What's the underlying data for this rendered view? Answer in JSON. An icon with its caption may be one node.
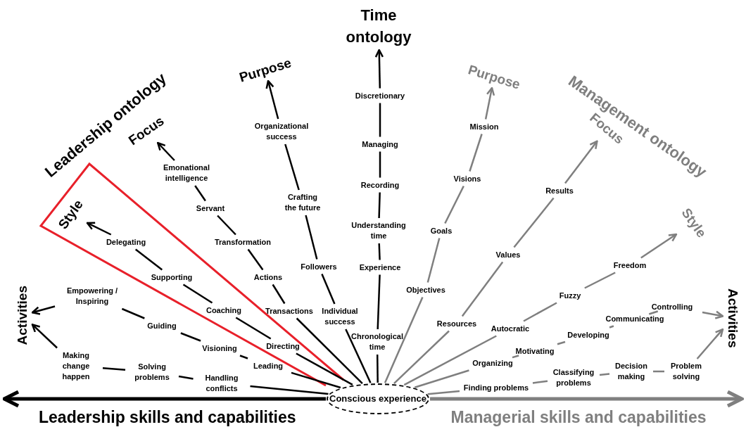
{
  "diagram": {
    "nodes": [
      {
        "text": [
          "Conscious experience"
        ]
      },
      {
        "text": [
          "Time ontology"
        ]
      },
      {
        "text": [
          "Discretionary"
        ]
      },
      {
        "text": [
          "Managing"
        ]
      },
      {
        "text": [
          "Recording"
        ]
      },
      {
        "text": [
          "Understanding time"
        ]
      },
      {
        "text": [
          "Experience"
        ]
      },
      {
        "text": [
          "Chronological time"
        ]
      },
      {
        "text": [
          "Activities"
        ]
      },
      {
        "text": [
          "Making change happen"
        ]
      },
      {
        "text": [
          "Solving problems"
        ]
      },
      {
        "text": [
          "Handling conflicts"
        ]
      },
      {
        "text": [
          "Empowering / Inspiring"
        ]
      },
      {
        "text": [
          "Guiding"
        ]
      },
      {
        "text": [
          "Visioning"
        ]
      },
      {
        "text": [
          "Leading"
        ]
      },
      {
        "text": [
          "Style"
        ]
      },
      {
        "text": [
          "Delegating"
        ]
      },
      {
        "text": [
          "Supporting"
        ]
      },
      {
        "text": [
          "Coaching"
        ]
      },
      {
        "text": [
          "Directing"
        ]
      },
      {
        "text": [
          "Focus"
        ]
      },
      {
        "text": [
          "Emonational intelligence"
        ]
      },
      {
        "text": [
          "Servant"
        ]
      },
      {
        "text": [
          "Transformation"
        ]
      },
      {
        "text": [
          "Actions"
        ]
      },
      {
        "text": [
          "Transactions"
        ]
      },
      {
        "text": [
          "Purpose"
        ]
      },
      {
        "text": [
          "Organizational success"
        ]
      },
      {
        "text": [
          "Crafting the future"
        ]
      },
      {
        "text": [
          "Followers"
        ]
      },
      {
        "text": [
          "Individual success"
        ]
      },
      {
        "text": [
          "Purpose"
        ]
      },
      {
        "text": [
          "Mission"
        ]
      },
      {
        "text": [
          "Visions"
        ]
      },
      {
        "text": [
          "Goals"
        ]
      },
      {
        "text": [
          "Objectives"
        ]
      },
      {
        "text": [
          "Focus"
        ]
      },
      {
        "text": [
          "Results"
        ]
      },
      {
        "text": [
          "Values"
        ]
      },
      {
        "text": [
          "Resources"
        ]
      },
      {
        "text": [
          "Style"
        ]
      },
      {
        "text": [
          "Freedom"
        ]
      },
      {
        "text": [
          "Fuzzy"
        ]
      },
      {
        "text": [
          "Autocratic"
        ]
      },
      {
        "text": [
          "Activities"
        ]
      },
      {
        "text": [
          "Controlling"
        ]
      },
      {
        "text": [
          "Communicating"
        ]
      },
      {
        "text": [
          "Developing"
        ]
      },
      {
        "text": [
          "Motivating"
        ]
      },
      {
        "text": [
          "Organizing"
        ]
      },
      {
        "text": [
          "Problem solving"
        ]
      },
      {
        "text": [
          "Decision making"
        ]
      },
      {
        "text": [
          "Classifying problems"
        ]
      },
      {
        "text": [
          "Finding problems"
        ]
      }
    ],
    "edges": [
      {
        "from": 0,
        "to": 7,
        "arrow": "none"
      },
      {
        "from": 7,
        "to": 6,
        "arrow": "none"
      },
      {
        "from": 6,
        "to": 5,
        "arrow": "none"
      },
      {
        "from": 5,
        "to": 4,
        "arrow": "none"
      },
      {
        "from": 4,
        "to": 3,
        "arrow": "none"
      },
      {
        "from": 3,
        "to": 2,
        "arrow": "none"
      },
      {
        "from": 2,
        "to": 1,
        "arrow": "to"
      },
      {
        "from": 0,
        "to": 11,
        "arrow": "none"
      },
      {
        "from": 11,
        "to": 10,
        "arrow": "none"
      },
      {
        "from": 10,
        "to": 9,
        "arrow": "none"
      },
      {
        "from": 9,
        "to": 8,
        "arrow": "to"
      },
      {
        "from": 0,
        "to": 15,
        "arrow": "none"
      },
      {
        "from": 15,
        "to": 14,
        "arrow": "none"
      },
      {
        "from": 14,
        "to": 13,
        "arrow": "none"
      },
      {
        "from": 13,
        "to": 12,
        "arrow": "none"
      },
      {
        "from": 12,
        "to": 8,
        "arrow": "to"
      },
      {
        "from": 0,
        "to": 20,
        "arrow": "none"
      },
      {
        "from": 20,
        "to": 19,
        "arrow": "none"
      },
      {
        "from": 19,
        "to": 18,
        "arrow": "none"
      },
      {
        "from": 18,
        "to": 17,
        "arrow": "none"
      },
      {
        "from": 17,
        "to": 16,
        "arrow": "to"
      },
      {
        "from": 0,
        "to": 26,
        "arrow": "none"
      },
      {
        "from": 26,
        "to": 25,
        "arrow": "none"
      },
      {
        "from": 25,
        "to": 24,
        "arrow": "none"
      },
      {
        "from": 24,
        "to": 23,
        "arrow": "none"
      },
      {
        "from": 23,
        "to": 22,
        "arrow": "none"
      },
      {
        "from": 22,
        "to": 21,
        "arrow": "to"
      },
      {
        "from": 0,
        "to": 31,
        "arrow": "none"
      },
      {
        "from": 31,
        "to": 30,
        "arrow": "none"
      },
      {
        "from": 30,
        "to": 29,
        "arrow": "none"
      },
      {
        "from": 29,
        "to": 28,
        "arrow": "none"
      },
      {
        "from": 28,
        "to": 27,
        "arrow": "to"
      },
      {
        "from": 0,
        "to": null,
        "arrow": "to",
        "style": "thick"
      },
      {
        "from": 0,
        "to": 36,
        "arrow": "none",
        "color": "#7f7f7f"
      },
      {
        "from": 36,
        "to": 35,
        "arrow": "none",
        "color": "#7f7f7f"
      },
      {
        "from": 35,
        "to": 34,
        "arrow": "none",
        "color": "#7f7f7f"
      },
      {
        "from": 34,
        "to": 33,
        "arrow": "none",
        "color": "#7f7f7f"
      },
      {
        "from": 33,
        "to": 32,
        "arrow": "to",
        "color": "#7f7f7f"
      },
      {
        "from": 0,
        "to": 40,
        "arrow": "none",
        "color": "#7f7f7f"
      },
      {
        "from": 40,
        "to": 39,
        "arrow": "none",
        "color": "#7f7f7f"
      },
      {
        "from": 39,
        "to": 38,
        "arrow": "none",
        "color": "#7f7f7f"
      },
      {
        "from": 38,
        "to": 37,
        "arrow": "to",
        "color": "#7f7f7f"
      },
      {
        "from": 0,
        "to": 44,
        "arrow": "none",
        "color": "#7f7f7f"
      },
      {
        "from": 44,
        "to": 43,
        "arrow": "none",
        "color": "#7f7f7f"
      },
      {
        "from": 43,
        "to": 42,
        "arrow": "none",
        "color": "#7f7f7f"
      },
      {
        "from": 42,
        "to": 41,
        "arrow": "to",
        "color": "#7f7f7f"
      },
      {
        "from": 0,
        "to": 50,
        "arrow": "none",
        "color": "#7f7f7f"
      },
      {
        "from": 50,
        "to": 49,
        "arrow": "none",
        "color": "#7f7f7f"
      },
      {
        "from": 49,
        "to": 48,
        "arrow": "none",
        "color": "#7f7f7f"
      },
      {
        "from": 48,
        "to": 47,
        "arrow": "none",
        "color": "#7f7f7f"
      },
      {
        "from": 47,
        "to": 46,
        "arrow": "none",
        "color": "#7f7f7f"
      },
      {
        "from": 46,
        "to": 45,
        "arrow": "to",
        "color": "#7f7f7f"
      },
      {
        "from": 0,
        "to": 54,
        "arrow": "none",
        "color": "#7f7f7f"
      },
      {
        "from": 54,
        "to": 53,
        "arrow": "none",
        "color": "#7f7f7f"
      },
      {
        "from": 53,
        "to": 52,
        "arrow": "none",
        "color": "#7f7f7f"
      },
      {
        "from": 52,
        "to": 51,
        "arrow": "none",
        "color": "#7f7f7f"
      },
      {
        "from": 51,
        "to": 45,
        "arrow": "to",
        "color": "#7f7f7f"
      },
      {
        "from": 0,
        "to": null,
        "arrow": "to",
        "style": "thick",
        "color": "#7f7f7f"
      }
    ],
    "labels": [
      "Leadership ontology",
      "Management ontology",
      "Leadership skills and capabilities",
      "Managerial skills and capabilities"
    ]
  }
}
